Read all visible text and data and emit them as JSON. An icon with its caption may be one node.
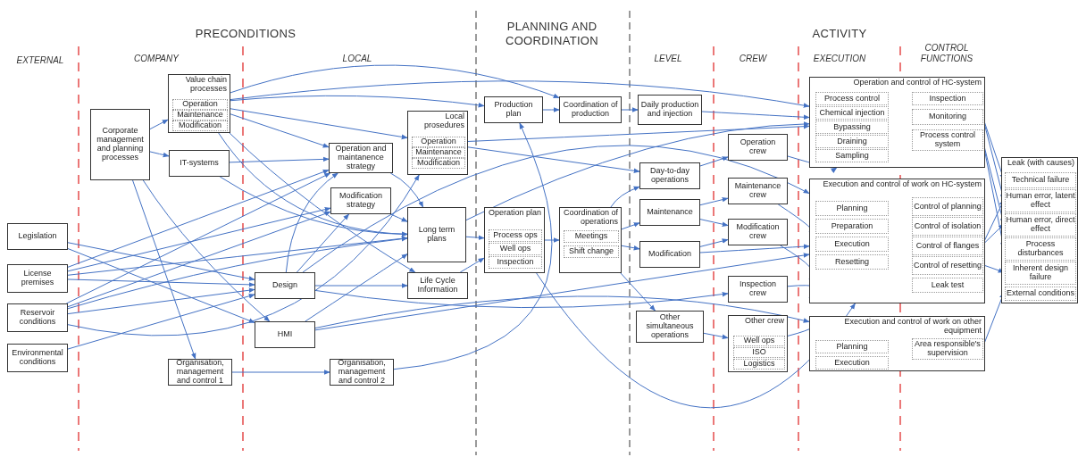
{
  "diagram": {
    "nodes": [
      {
        "text": [
          "Legislation"
        ]
      },
      {
        "text": [
          "License premises"
        ]
      },
      {
        "text": [
          "Reservoir conditions"
        ]
      },
      {
        "text": [
          "Environmental conditions"
        ]
      },
      {
        "text": [
          "Corporate management and planning processes"
        ]
      },
      {
        "text": [
          "Value chain processes"
        ]
      },
      {
        "text": [
          "Operation"
        ],
        "in": 5
      },
      {
        "text": [
          "Maintenance"
        ],
        "in": 5
      },
      {
        "text": [
          "Modification"
        ],
        "in": 5
      },
      {
        "text": [
          "IT-systems"
        ]
      },
      {
        "text": [
          "Organisation, management and control 1"
        ]
      },
      {
        "text": [
          "Operation and maintanence strategy"
        ]
      },
      {
        "text": [
          "Modification strategy"
        ]
      },
      {
        "text": [
          "Design"
        ]
      },
      {
        "text": [
          "HMI"
        ]
      },
      {
        "text": [
          "Organisation, management and control 2"
        ]
      },
      {
        "text": [
          "Local prosedures"
        ]
      },
      {
        "text": [
          "Operation"
        ],
        "in": 16
      },
      {
        "text": [
          "Maintenance"
        ],
        "in": 16
      },
      {
        "text": [
          "Modification"
        ],
        "in": 16
      },
      {
        "text": [
          "Long term plans"
        ]
      },
      {
        "text": [
          "Life Cycle Information"
        ]
      },
      {
        "text": [
          "Production plan"
        ]
      },
      {
        "text": [
          "Coordination of production"
        ]
      },
      {
        "text": [
          "Operation plan"
        ]
      },
      {
        "text": [
          "Process ops"
        ],
        "in": 24
      },
      {
        "text": [
          "Well ops"
        ],
        "in": 24
      },
      {
        "text": [
          "Inspection"
        ],
        "in": 24
      },
      {
        "text": [
          "Coordination of operations"
        ]
      },
      {
        "text": [
          "Meetings"
        ],
        "in": 28
      },
      {
        "text": [
          "Shift change"
        ],
        "in": 28
      },
      {
        "text": [
          "Daily production and injection"
        ]
      },
      {
        "text": [
          "Day-to-day operations"
        ]
      },
      {
        "text": [
          "Maintenance"
        ]
      },
      {
        "text": [
          "Modification"
        ]
      },
      {
        "text": [
          "Other simultaneous operations"
        ]
      },
      {
        "text": [
          "Operation crew"
        ]
      },
      {
        "text": [
          "Maintenance crew"
        ]
      },
      {
        "text": [
          "Modification crew"
        ]
      },
      {
        "text": [
          "Inspection crew"
        ]
      },
      {
        "text": [
          "Other crew"
        ]
      },
      {
        "text": [
          "Well ops"
        ],
        "in": 40
      },
      {
        "text": [
          "ISO"
        ],
        "in": 40
      },
      {
        "text": [
          "Logistics"
        ],
        "in": 40
      },
      {
        "text": [
          "Operation and control of HC-system"
        ]
      },
      {
        "text": [
          "Process control"
        ],
        "in": 44
      },
      {
        "text": [
          "Chemical injection"
        ],
        "in": 44
      },
      {
        "text": [
          "Bypassing"
        ],
        "in": 44
      },
      {
        "text": [
          "Draining"
        ],
        "in": 44
      },
      {
        "text": [
          "Sampling"
        ],
        "in": 44
      },
      {
        "text": [
          "Inspection"
        ],
        "in": 44
      },
      {
        "text": [
          "Monitoring"
        ],
        "in": 44
      },
      {
        "text": [
          "Process control system"
        ],
        "in": 44
      },
      {
        "text": [
          "Execution and control of work on HC-system"
        ]
      },
      {
        "text": [
          "Planning"
        ],
        "in": 53
      },
      {
        "text": [
          "Preparation"
        ],
        "in": 53
      },
      {
        "text": [
          "Execution"
        ],
        "in": 53
      },
      {
        "text": [
          "Resetting"
        ],
        "in": 53
      },
      {
        "text": [
          "Control of planning"
        ],
        "in": 53
      },
      {
        "text": [
          "Control of isolation"
        ],
        "in": 53
      },
      {
        "text": [
          "Control of flanges"
        ],
        "in": 53
      },
      {
        "text": [
          "Control of resetting"
        ],
        "in": 53
      },
      {
        "text": [
          "Leak test"
        ],
        "in": 53
      },
      {
        "text": [
          "Execution and control of work on other equipment"
        ]
      },
      {
        "text": [
          "Planning"
        ],
        "in": 63
      },
      {
        "text": [
          "Execution"
        ],
        "in": 63
      },
      {
        "text": [
          "Area responsible's supervision"
        ],
        "in": 63
      },
      {
        "text": [
          "Leak (with causes)"
        ]
      },
      {
        "text": [
          "Technical failure"
        ],
        "in": 67
      },
      {
        "text": [
          "Human error, latent effect"
        ],
        "in": 67
      },
      {
        "text": [
          "Human error, direct effect"
        ],
        "in": 67
      },
      {
        "text": [
          "Process disturbances"
        ],
        "in": 67
      },
      {
        "text": [
          "Inherent design failure"
        ],
        "in": 67
      },
      {
        "text": [
          "External conditions"
        ],
        "in": 67
      }
    ],
    "edges": [
      {
        "from": 4,
        "to": 5,
        "arrow": "to"
      },
      {
        "from": 4,
        "to": 9,
        "arrow": "to"
      },
      {
        "from": 4,
        "to": 10,
        "arrow": "to"
      },
      {
        "from": 4,
        "to": 14,
        "arrow": "to"
      },
      {
        "from": 0,
        "to": 13,
        "arrow": "to"
      },
      {
        "from": 0,
        "to": 14,
        "arrow": "to"
      },
      {
        "from": 1,
        "to": 11,
        "arrow": "to"
      },
      {
        "from": 1,
        "to": 12,
        "arrow": "to"
      },
      {
        "from": 1,
        "to": 13,
        "arrow": "to"
      },
      {
        "from": 1,
        "to": 20,
        "arrow": "to"
      },
      {
        "from": 2,
        "to": 11,
        "arrow": "to"
      },
      {
        "from": 2,
        "to": 12,
        "arrow": "to"
      },
      {
        "from": 2,
        "to": 13,
        "arrow": "to"
      },
      {
        "from": 2,
        "to": 20,
        "arrow": "to"
      },
      {
        "from": 2,
        "to": 16,
        "arrow": "to"
      },
      {
        "from": 3,
        "to": 13,
        "arrow": "to"
      },
      {
        "from": 5,
        "to": 16,
        "arrow": "to"
      },
      {
        "from": 5,
        "to": 11,
        "arrow": "to"
      },
      {
        "from": 5,
        "to": 20,
        "arrow": "to"
      },
      {
        "from": 5,
        "to": 21,
        "arrow": "to"
      },
      {
        "from": 5,
        "to": 22,
        "arrow": "to"
      },
      {
        "from": 5,
        "to": 23,
        "arrow": "to"
      },
      {
        "from": 5,
        "to": 44,
        "arrow": "to"
      },
      {
        "from": 9,
        "to": 11,
        "arrow": "to"
      },
      {
        "from": 9,
        "to": 20,
        "arrow": "to"
      },
      {
        "from": 10,
        "to": 15,
        "arrow": "to"
      },
      {
        "from": 13,
        "to": 11,
        "arrow": "to"
      },
      {
        "from": 13,
        "to": 12,
        "arrow": "to"
      },
      {
        "from": 13,
        "to": 21,
        "arrow": "to"
      },
      {
        "from": 13,
        "to": 39,
        "arrow": "to"
      },
      {
        "from": 13,
        "to": 53,
        "arrow": "to"
      },
      {
        "from": 14,
        "to": 20,
        "arrow": "to"
      },
      {
        "from": 14,
        "to": 53,
        "arrow": "to"
      },
      {
        "from": 14,
        "to": 63,
        "arrow": "to"
      },
      {
        "from": 15,
        "to": 22,
        "arrow": "to"
      },
      {
        "from": 11,
        "to": 20,
        "arrow": "to"
      },
      {
        "from": 12,
        "to": 20,
        "arrow": "to"
      },
      {
        "from": 16,
        "to": 44,
        "arrow": "to"
      },
      {
        "from": 16,
        "to": 32,
        "arrow": "to"
      },
      {
        "from": 20,
        "to": 24,
        "arrow": "to"
      },
      {
        "from": 20,
        "to": 44,
        "arrow": "to"
      },
      {
        "from": 21,
        "to": 24,
        "arrow": "to"
      },
      {
        "from": 22,
        "to": 23,
        "arrow": "to"
      },
      {
        "from": 23,
        "to": 31,
        "arrow": "to"
      },
      {
        "from": 31,
        "to": 44,
        "arrow": "to"
      },
      {
        "from": 24,
        "to": 28,
        "arrow": "to"
      },
      {
        "from": 24,
        "to": 53,
        "arrow": "to"
      },
      {
        "from": 28,
        "to": 32,
        "arrow": "to"
      },
      {
        "from": 28,
        "to": 33,
        "arrow": "to"
      },
      {
        "from": 28,
        "to": 34,
        "arrow": "to"
      },
      {
        "from": 28,
        "to": 35,
        "arrow": "to"
      },
      {
        "from": 32,
        "to": 36,
        "arrow": "to"
      },
      {
        "from": 33,
        "to": 37,
        "arrow": "to"
      },
      {
        "from": 33,
        "to": 38,
        "arrow": "to"
      },
      {
        "from": 34,
        "to": 38,
        "arrow": "to"
      },
      {
        "from": 34,
        "to": 53,
        "arrow": "to"
      },
      {
        "from": 36,
        "to": 44,
        "arrow": "to"
      },
      {
        "from": 37,
        "to": 53,
        "arrow": "to"
      },
      {
        "from": 38,
        "to": 53,
        "arrow": "to"
      },
      {
        "from": 39,
        "to": 53,
        "arrow": "to"
      },
      {
        "from": 35,
        "to": 40,
        "arrow": "to"
      },
      {
        "from": 40,
        "to": 63,
        "arrow": "to"
      },
      {
        "from": 51,
        "to": 68,
        "arrow": "to"
      },
      {
        "from": 51,
        "to": 69,
        "arrow": "to"
      },
      {
        "from": 52,
        "to": 70,
        "arrow": "to"
      },
      {
        "from": 52,
        "to": 71,
        "arrow": "to"
      },
      {
        "from": 60,
        "to": 69,
        "arrow": "to"
      },
      {
        "from": 60,
        "to": 70,
        "arrow": "to"
      },
      {
        "from": 61,
        "to": 72,
        "arrow": "to"
      },
      {
        "from": 66,
        "to": 73,
        "arrow": "to"
      }
    ],
    "labels": [
      "PRECONDITIONS",
      "PLANNING AND COORDINATION",
      "ACTIVITY",
      "EXTERNAL",
      "COMPANY",
      "LOCAL",
      "LEVEL",
      "CREW",
      "EXECUTION",
      "CONTROL FUNCTIONS"
    ]
  }
}
